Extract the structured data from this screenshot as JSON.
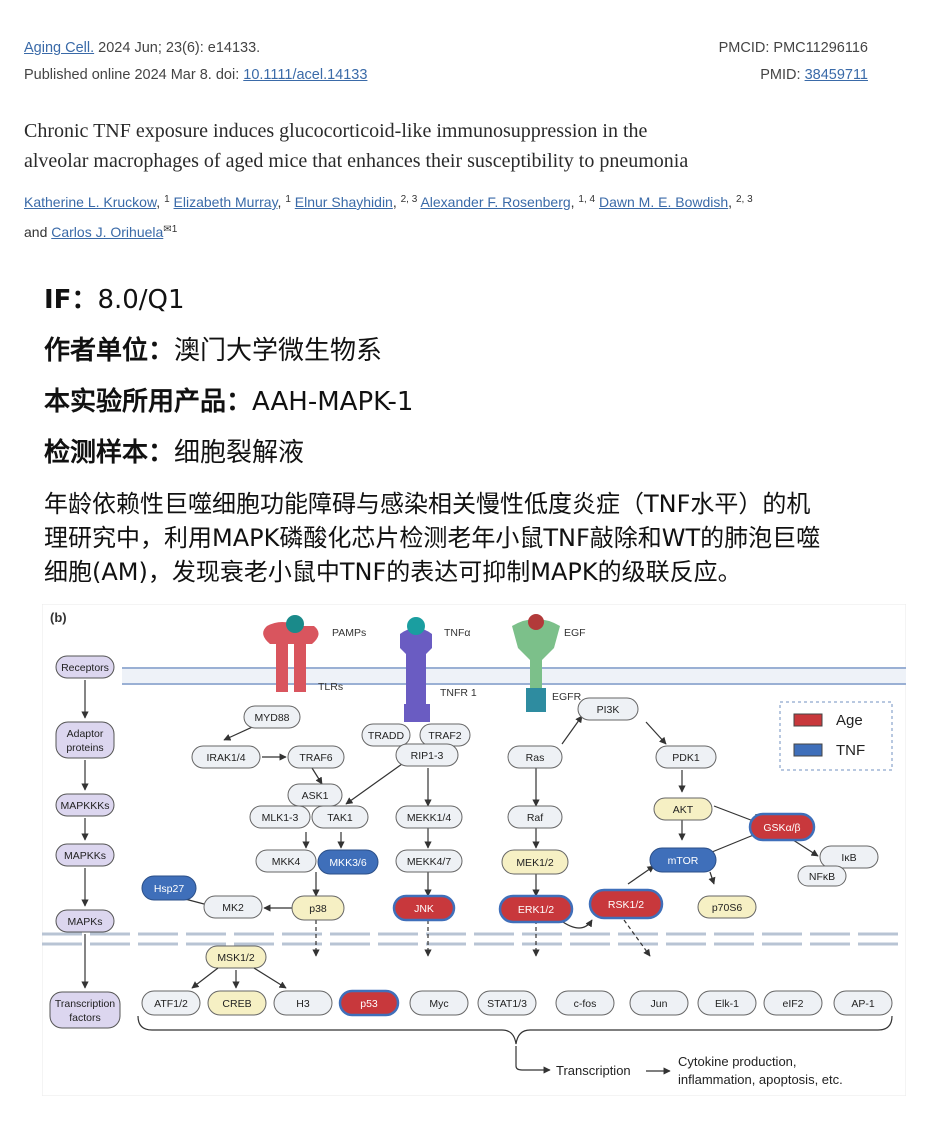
{
  "citation": {
    "journal": "Aging Cell.",
    "issue": " 2024 Jun; 23(6): e14133.",
    "published_prefix": "Published online 2024 Mar 8. doi: ",
    "doi": "10.1111/acel.14133",
    "pmcid": "PMCID: PMC11296116",
    "pmid_label": "PMID: ",
    "pmid": "38459711"
  },
  "paper_title_line1": "Chronic TNF exposure induces glucocorticoid-like immunosuppression in the",
  "paper_title_line2": "alveolar macrophages of aged mice that enhances their susceptibility to pneumonia",
  "authors": [
    {
      "name": "Katherine L. Kruckow",
      "sup": "1"
    },
    {
      "name": "Elizabeth Murray",
      "sup": "1"
    },
    {
      "name": "Elnur Shayhidin",
      "sup": "2, 3"
    },
    {
      "name": "Alexander F. Rosenberg",
      "sup": "1, 4"
    },
    {
      "name": "Dawn M. E. Bowdish",
      "sup": "2, 3"
    },
    {
      "name": "Carlos J. Orihuela",
      "sup": "1"
    }
  ],
  "authors_and": "and ",
  "info": [
    {
      "label": "IF：",
      "value": "8.0/Q1"
    },
    {
      "label": "作者单位：",
      "value": "澳门大学微生物系"
    },
    {
      "label": "本实验所用产品：",
      "value": "AAH-MAPK-1"
    },
    {
      "label": "检测样本：",
      "value": "细胞裂解液"
    }
  ],
  "description_lines": [
    "年龄依赖性巨噬细胞功能障碍与感染相关慢性低度炎症（TNF水平）的机",
    "理研究中，利用MAPK磷酸化芯片检测老年小鼠TNF敲除和WT的肺泡巨噬",
    "细胞(AM)，发现衰老小鼠中TNF的表达可抑制MAPK的级联反应。"
  ],
  "diagram": {
    "panel_label": "(b)",
    "colors": {
      "age": "#c8383c",
      "tnf": "#3f6fba",
      "yellow": "#f6f0c4",
      "lavender": "#dcd6ef",
      "grey_node": "#eef1f5"
    },
    "legend": {
      "age": "Age",
      "tnf": "TNF"
    },
    "levels": [
      "Receptors",
      "Adaptor proteins",
      "MAPKKKs",
      "MAPKKs",
      "MAPKs",
      "Transcription factors"
    ],
    "ligands": {
      "pamps": "PAMPs",
      "tnfa": "TNFα",
      "egf": "EGF"
    },
    "receptors": {
      "tlrs": "TLRs",
      "tnfr1": "TNFR 1",
      "egfr": "EGFR"
    },
    "nodes": {
      "myd88": "MYD88",
      "irak": "IRAK1/4",
      "traf6": "TRAF6",
      "tradd": "TRADD",
      "traf2": "TRAF2",
      "rip": "RIP1-3",
      "ask1": "ASK1",
      "mlk": "MLK1-3",
      "tak1": "TAK1",
      "mekk14": "MEKK1/4",
      "mekk47": "MEKK4/7",
      "mkk4": "MKK4",
      "mkk36": "MKK3/6",
      "hsp27": "Hsp27",
      "mk2": "MK2",
      "p38": "p38",
      "jnk": "JNK",
      "ras": "Ras",
      "raf": "Raf",
      "mek12": "MEK1/2",
      "erk12": "ERK1/2",
      "rsk12": "RSK1/2",
      "pi3k": "PI3K",
      "pdk1": "PDK1",
      "akt": "AKT",
      "gsk": "GSKα/β",
      "mtor": "mTOR",
      "p70s6": "p70S6",
      "ikb": "IκB",
      "nfkb": "NFκB",
      "msk12": "MSK1/2"
    },
    "tfs": [
      "ATF1/2",
      "CREB",
      "H3",
      "p53",
      "Myc",
      "STAT1/3",
      "c-fos",
      "Jun",
      "Elk-1",
      "eIF2",
      "AP-1"
    ],
    "transcription": "Transcription",
    "outcome_line1": "Cytokine production,",
    "outcome_line2": "inflammation, apoptosis, etc."
  }
}
